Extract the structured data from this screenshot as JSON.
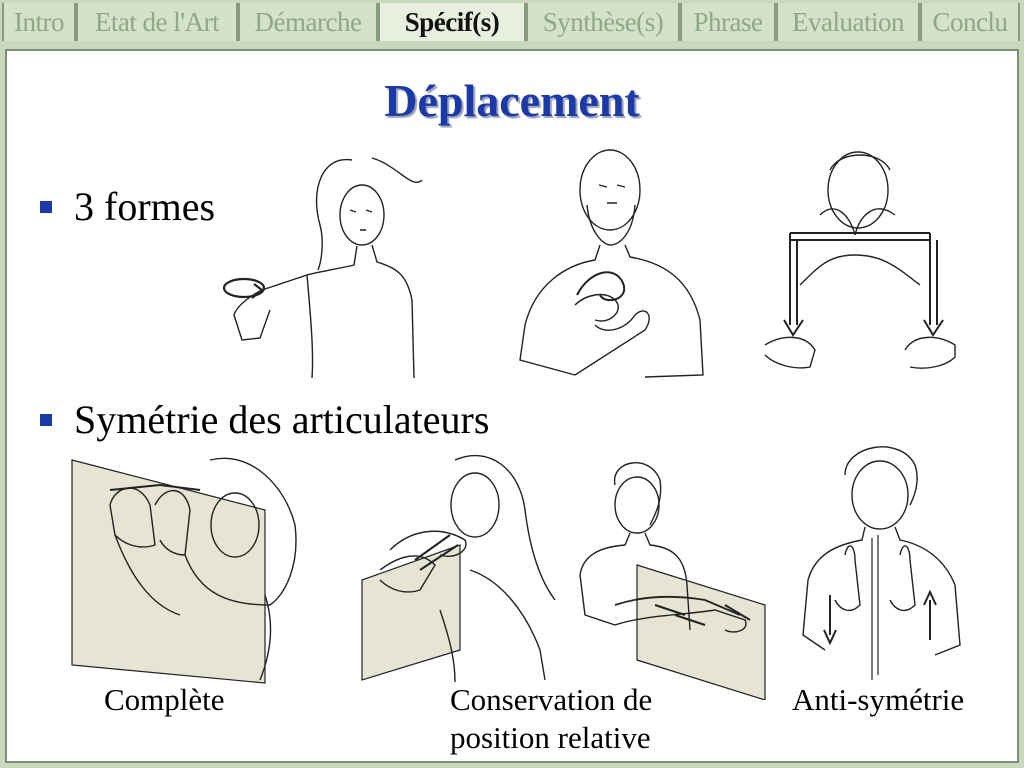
{
  "nav": {
    "tabs": [
      {
        "label": "Intro",
        "active": false
      },
      {
        "label": "Etat de l'Art",
        "active": false
      },
      {
        "label": "Démarche",
        "active": false
      },
      {
        "label": "Spécif(s)",
        "active": true
      },
      {
        "label": "Synthèse(s)",
        "active": false
      },
      {
        "label": "Phrase",
        "active": false
      },
      {
        "label": "Evaluation",
        "active": false
      },
      {
        "label": "Conclu",
        "active": false
      }
    ]
  },
  "slide": {
    "title": "Déplacement",
    "bullets": [
      "3 formes",
      "Symétrie des articulateurs"
    ],
    "captions": {
      "complete": "Complète",
      "conservation_line1": "Conservation de",
      "conservation_line2": "position relative",
      "anti": "Anti-symétrie"
    }
  },
  "colors": {
    "title": "#1b3aa8",
    "bullet": "#1b3aa8",
    "nav_bg": "#c8d8bc",
    "plane": "#e6e4d2"
  }
}
